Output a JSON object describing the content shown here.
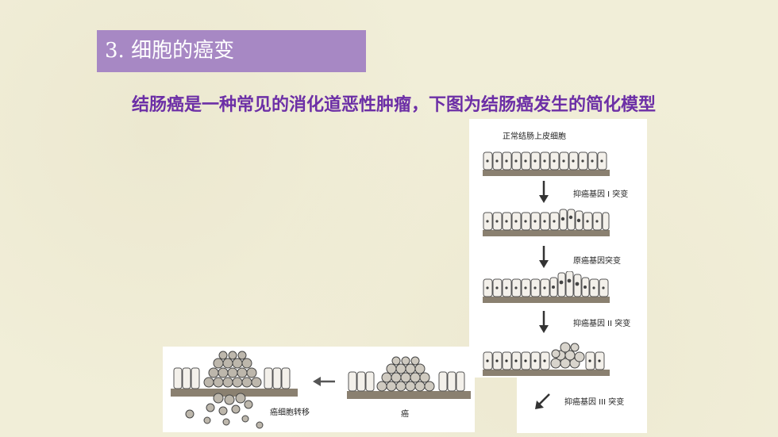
{
  "slide": {
    "title": "3. 细胞的癌变",
    "paragraph": "结肠癌是一种常见的消化道恶性肿瘤，下图为结肠癌发生的简化模型"
  },
  "figure": {
    "normal_label": "正常结肠上皮细胞",
    "step1_label": "抑癌基因 I 突变",
    "step2_label": "原癌基因突变",
    "step3_label": "抑癌基因 II 突变",
    "step4_label": "抑癌基因 III 突变",
    "cancer_label": "癌",
    "metastasis_label": "癌细胞转移"
  }
}
